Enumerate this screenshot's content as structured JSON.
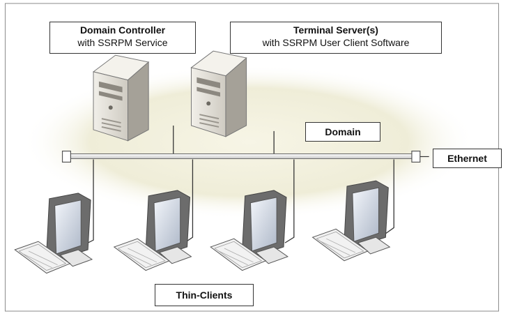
{
  "labels": {
    "domain_controller_title": "Domain Controller",
    "domain_controller_subtitle": "with SSRPM Service",
    "terminal_server_title": "Terminal Server(s)",
    "terminal_server_subtitle": "with SSRPM User Client Software",
    "domain": "Domain",
    "ethernet": "Ethernet",
    "thin_clients": "Thin-Clients"
  },
  "colors": {
    "domain_ellipse": "#efedd8",
    "server_body": "#e2dfd6",
    "server_dark": "#8c8880",
    "monitor_frame": "#6c6c6c",
    "monitor_screen": "#d4dbe6",
    "cable": "#333333",
    "ethernet_bar": "#f4f4f4"
  },
  "nodes": {
    "servers": [
      "domain-controller",
      "terminal-server"
    ],
    "thin_clients": [
      "thin-client-1",
      "thin-client-2",
      "thin-client-3",
      "thin-client-4"
    ]
  }
}
